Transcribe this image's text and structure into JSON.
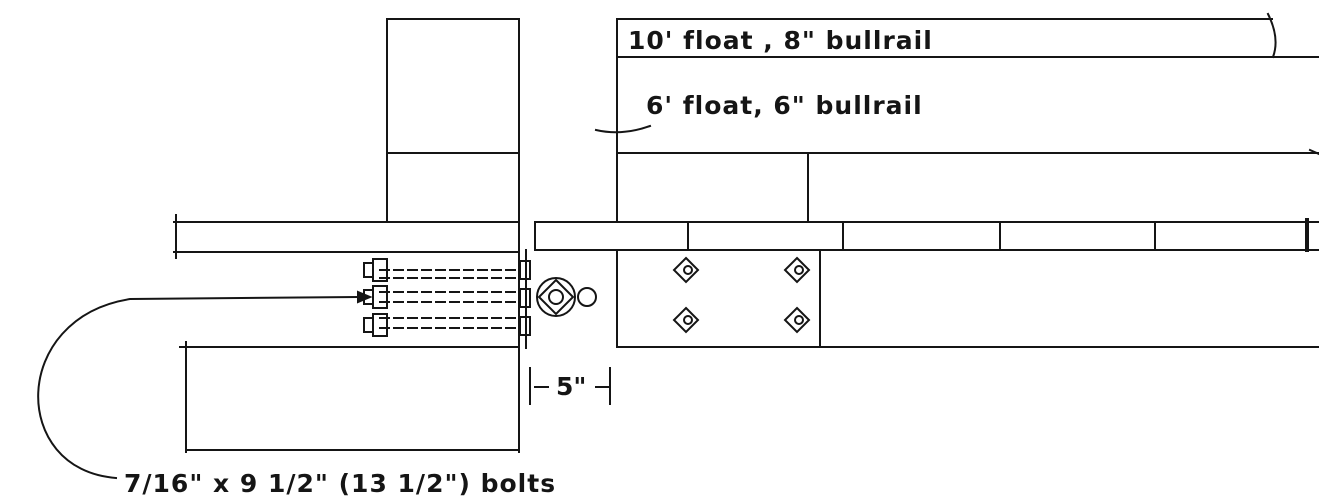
{
  "labels": {
    "float_10": "10' float ,   8\" bullrail",
    "float_6": "6' float,   6\" bullrail",
    "gap": "5\"",
    "bolts": "7/16\" x 9 1/2\" (13 1/2\") bolts"
  },
  "colors": {
    "ink": "#151515",
    "paper": "#ffffff"
  }
}
